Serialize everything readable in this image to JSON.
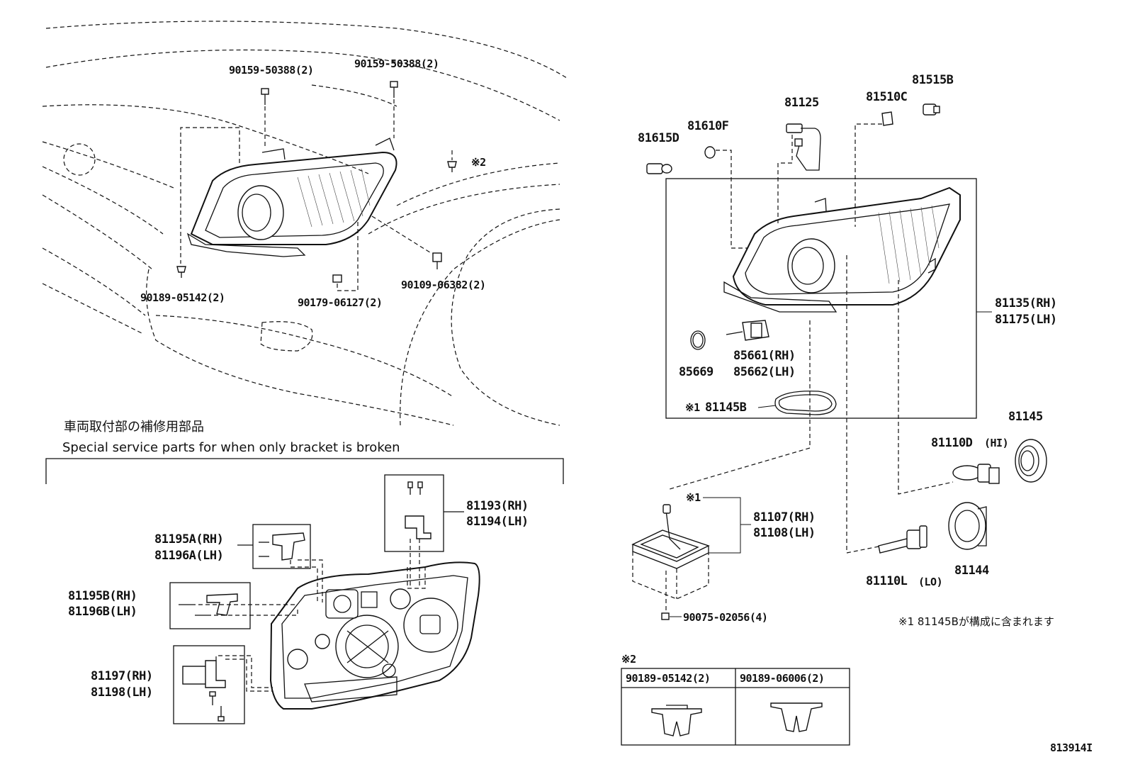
{
  "labels": {
    "bolt_left": "90159-50388(2)",
    "bolt_right": "90159-50388(2)",
    "clip_note2": "※2",
    "clip_lower_left": "90189-05142(2)",
    "nut": "90179-06127(2)",
    "screw_right": "90109-06382(2)",
    "bulb_81615D": "81615D",
    "bulb_81610F": "81610F",
    "wire_81125": "81125",
    "bulb_81510C": "81510C",
    "socket_81515B": "81515B",
    "lamp_rh": "81135(RH)",
    "lamp_lh": "81175(LH)",
    "gasket_85669": "85669",
    "igniter_rh": "85661(RH)",
    "igniter_lh": "85662(LH)",
    "gasket_note_mark": "※1",
    "gasket_81145B": "81145B",
    "cap_81145": "81145",
    "bulb_hi": "81110D",
    "bulb_hi_suffix": "(HI)",
    "ballast_note_mark": "※1",
    "ballast_rh": "81107(RH)",
    "ballast_lh": "81108(LH)",
    "cap_81144": "81144",
    "bulb_lo": "81110L",
    "bulb_lo_suffix": "(LO)",
    "ballast_screw": "90075-02056(4)",
    "note1": "※1 81145Bが構成に含まれます",
    "bracket_a_rh": "81195A(RH)",
    "bracket_a_lh": "81196A(LH)",
    "bracket_b_rh": "81195B(RH)",
    "bracket_b_lh": "81196B(LH)",
    "bracket_top_rh": "81193(RH)",
    "bracket_top_lh": "81194(LH)",
    "bracket_bottom_rh": "81197(RH)",
    "bracket_bottom_lh": "81198(LH)",
    "figure_id": "813914I"
  },
  "service_parts": {
    "title_jp": "車両取付部の補修用部品",
    "title_en": "Special service parts for when only bracket is broken"
  },
  "clip_table": {
    "mark": "※2",
    "columns": [
      "90189-05142(2)",
      "90189-06006(2)"
    ]
  }
}
